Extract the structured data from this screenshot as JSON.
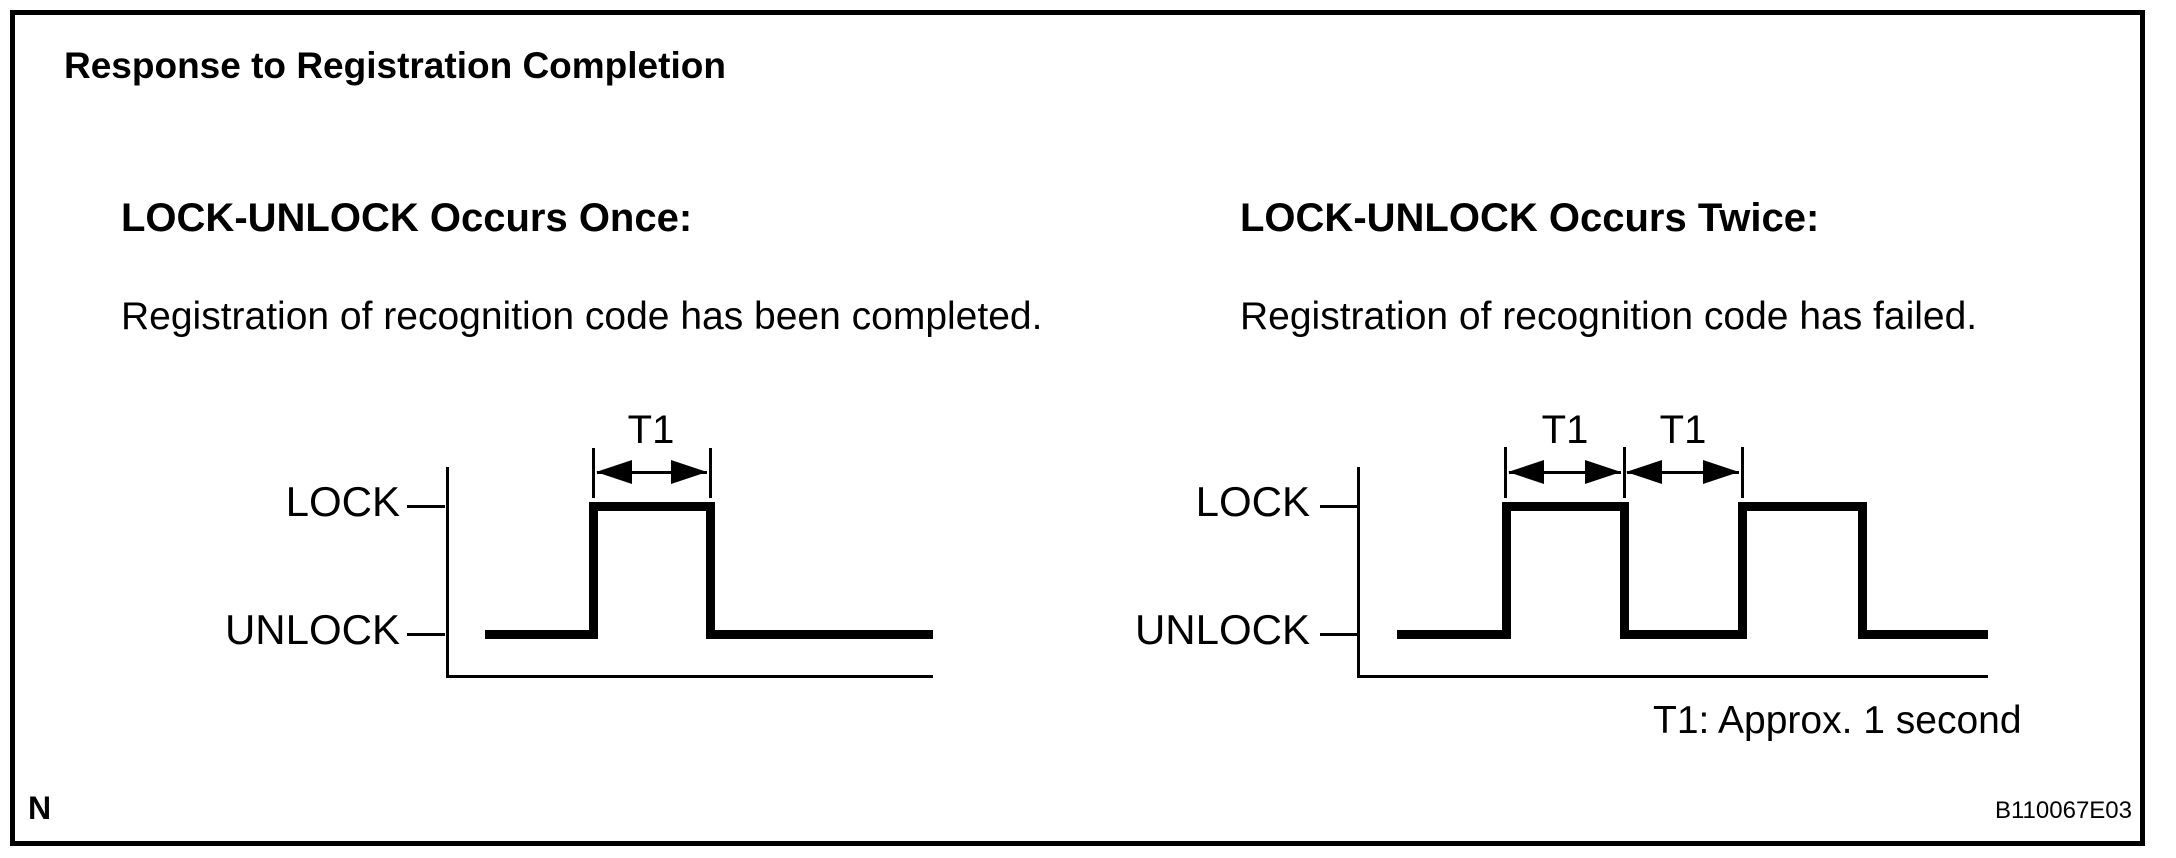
{
  "title": "Response to Registration Completion",
  "sections": {
    "left": {
      "heading": "LOCK-UNLOCK Occurs Once:",
      "description": "Registration of recognition code has been completed."
    },
    "right": {
      "heading": "LOCK-UNLOCK Occurs Twice:",
      "description": "Registration of recognition code has failed."
    }
  },
  "diagram_labels": {
    "lock": "LOCK",
    "unlock": "UNLOCK",
    "t1": "T1"
  },
  "note": "T1: Approx. 1 second",
  "footer": {
    "page_marker": "N",
    "figure_code": "B110067E03"
  },
  "colors": {
    "ink": "#000000",
    "background": "#ffffff"
  },
  "chart_data": [
    {
      "type": "line",
      "subtype": "timing-waveform",
      "title": "LOCK-UNLOCK Occurs Once",
      "meaning": "Registration of recognition code has been completed.",
      "y_levels": [
        "UNLOCK",
        "LOCK"
      ],
      "sequence": [
        {
          "level": "UNLOCK"
        },
        {
          "level": "LOCK",
          "duration": "T1"
        },
        {
          "level": "UNLOCK"
        }
      ],
      "dimension_annotations": [
        "T1"
      ]
    },
    {
      "type": "line",
      "subtype": "timing-waveform",
      "title": "LOCK-UNLOCK Occurs Twice",
      "meaning": "Registration of recognition code has failed.",
      "y_levels": [
        "UNLOCK",
        "LOCK"
      ],
      "sequence": [
        {
          "level": "UNLOCK"
        },
        {
          "level": "LOCK",
          "duration": "T1"
        },
        {
          "level": "UNLOCK",
          "duration": "T1"
        },
        {
          "level": "LOCK",
          "duration": "T1"
        },
        {
          "level": "UNLOCK"
        }
      ],
      "dimension_annotations": [
        "T1",
        "T1"
      ]
    }
  ],
  "t1_definition": "Approx. 1 second"
}
